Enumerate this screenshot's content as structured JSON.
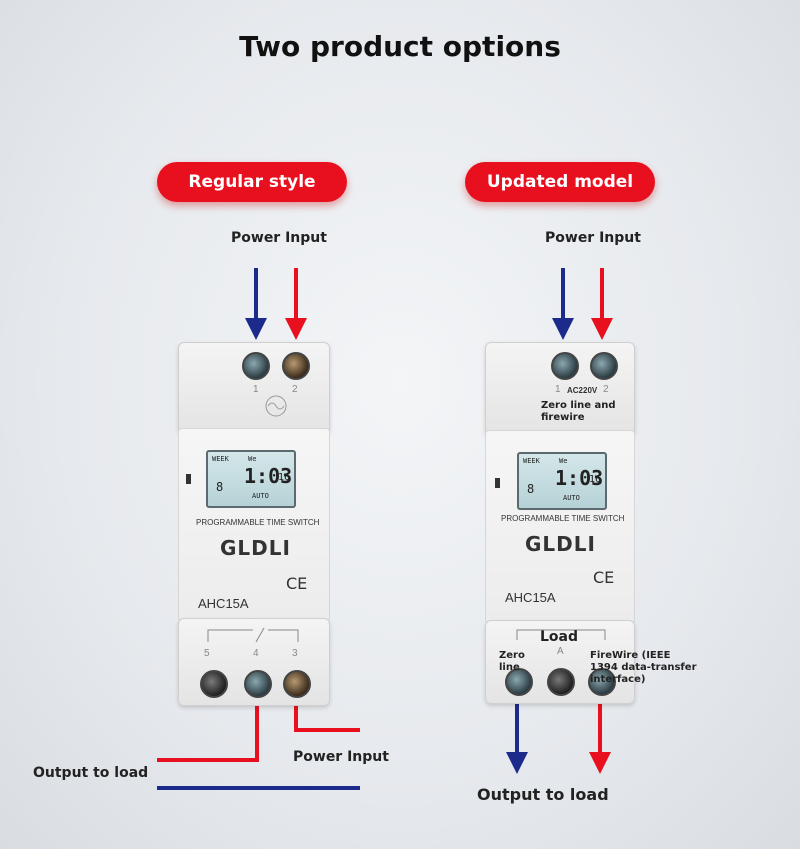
{
  "title": "Two product options",
  "colors": {
    "accent_red": "#e8101e",
    "wire_red": "#e8101e",
    "wire_blue": "#1c2a8c"
  },
  "left": {
    "badge": "Regular style",
    "power_input_top": "Power Input",
    "power_input_bottom": "Power Input",
    "output_to_load": "Output to load",
    "device": {
      "lcd_week": "WEEK",
      "lcd_we": "We",
      "lcd_time": "1:03",
      "lcd_sec": "16",
      "lcd_digit": "8",
      "lcd_mode": "AUTO",
      "name": "PROGRAMMABLE TIME SWITCH",
      "brand": "GLDLI",
      "model": "AHC15A",
      "mark": "CE",
      "t1": "1",
      "t2": "2",
      "t5": "5",
      "t4": "4",
      "t3": "3"
    }
  },
  "right": {
    "badge": "Updated model",
    "power_input_top": "Power Input",
    "zero_fire": "Zero line and firewire",
    "load": "Load",
    "zero_line": "Zero line",
    "firewire": "FireWire (IEEE 1394 data-transfer interface)",
    "output_to_load": "Output to load",
    "device": {
      "ac": "AC220V",
      "lcd_week": "WEEK",
      "lcd_we": "We",
      "lcd_time": "1:03",
      "lcd_sec": "16",
      "lcd_digit": "8",
      "lcd_mode": "AUTO",
      "name": "PROGRAMMABLE TIME SWITCH",
      "brand": "GLDLI",
      "model": "AHC15A",
      "mark": "CE",
      "t1": "1",
      "t2": "2",
      "tA": "A"
    }
  }
}
